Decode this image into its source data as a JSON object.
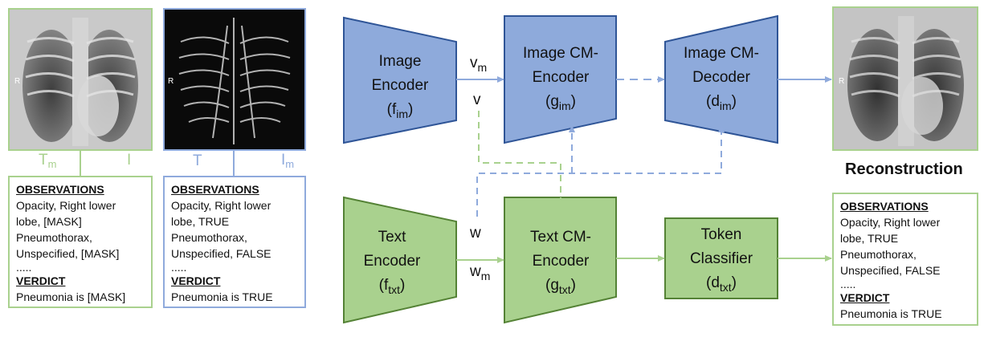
{
  "colors": {
    "blue_fill": "#8eaadb",
    "blue_stroke": "#2f5597",
    "green_fill": "#a9d18e",
    "green_stroke": "#548235",
    "blue_line": "#8faadc",
    "green_line": "#a9d18e"
  },
  "inputs": {
    "xray_masked_label": "T",
    "xray_masked_sub": "m",
    "xray_masked_label2": "I",
    "xray_edge_label": "T",
    "xray_edge_label2": "I",
    "xray_edge_sub2": "m"
  },
  "report_left": {
    "lines": [
      "Opacity, Right lower",
      "lobe, [MASK]",
      "Pneumothorax,",
      "Unspecified, [MASK]",
      "....."
    ],
    "observations_title": "OBSERVATIONS",
    "verdict_title": "VERDICT",
    "verdict_line": "Pneumonia is [MASK]"
  },
  "report_mid": {
    "lines": [
      "Opacity, Right lower",
      "lobe, TRUE",
      "Pneumothorax,",
      "Unspecified, FALSE",
      "....."
    ],
    "observations_title": "OBSERVATIONS",
    "verdict_title": "VERDICT",
    "verdict_line": "Pneumonia is TRUE"
  },
  "report_right": {
    "lines": [
      "Opacity, Right lower",
      "lobe, TRUE",
      "Pneumothorax,",
      "Unspecified, FALSE",
      "....."
    ],
    "observations_title": "OBSERVATIONS",
    "verdict_title": "VERDICT",
    "verdict_line": "Pneumonia is TRUE"
  },
  "blocks": {
    "image_encoder": {
      "line1": "Image",
      "line2": "Encoder",
      "sym": "f",
      "sub": "im"
    },
    "image_cm_encoder": {
      "line1": "Image CM-",
      "line2": "Encoder",
      "sym": "g",
      "sub": "im"
    },
    "image_cm_decoder": {
      "line1": "Image CM-",
      "line2": "Decoder",
      "sym": "d",
      "sub": "im"
    },
    "text_encoder": {
      "line1": "Text",
      "line2": "Encoder",
      "sym": "f",
      "sub": "txt"
    },
    "text_cm_encoder": {
      "line1": "Text CM-",
      "line2": "Encoder",
      "sym": "g",
      "sub": "txt"
    },
    "token_classifier": {
      "line1": "Token",
      "line2": "Classifier",
      "sym": "d",
      "sub": "txt"
    }
  },
  "edges": {
    "vm": "v",
    "vm_sub": "m",
    "v": "v",
    "w": "w",
    "wm": "w",
    "wm_sub": "m"
  },
  "reconstruction_title": "Reconstruction"
}
